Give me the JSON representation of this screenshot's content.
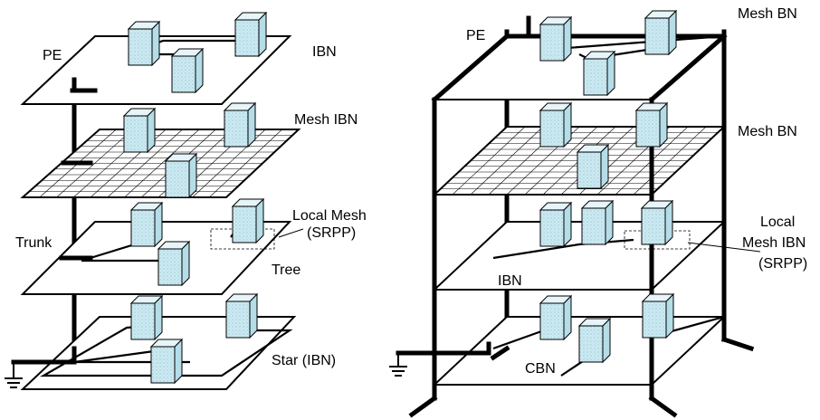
{
  "left_figure": {
    "labels": {
      "pe": "PE",
      "ibn": "IBN",
      "mesh_ibn": "Mesh IBN",
      "local_mesh": "Local Mesh",
      "srpp": "(SRPP)",
      "trunk": "Trunk",
      "tree": "Tree",
      "star_ibn": "Star (IBN)"
    }
  },
  "right_figure": {
    "labels": {
      "pe": "PE",
      "mesh_bn_top": "Mesh BN",
      "mesh_bn_second": "Mesh BN",
      "local": "Local",
      "mesh_ibn": "Mesh IBN",
      "srpp": "(SRPP)",
      "ibn": "IBN",
      "cbn": "CBN"
    }
  },
  "colors": {
    "box_front": "#cdeaf2",
    "box_side": "#b5dde8",
    "box_top": "#e6f5f9",
    "line": "#000000"
  }
}
